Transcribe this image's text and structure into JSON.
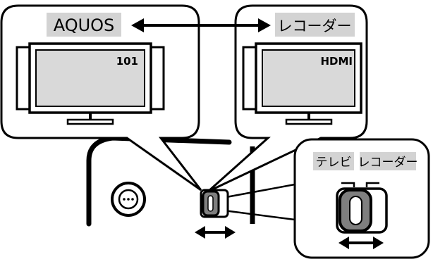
{
  "left_panel": {
    "device_label": "AQUOS",
    "channel_text": "101"
  },
  "right_panel": {
    "device_label": "レコーダー",
    "input_text": "HDMI"
  },
  "switch_inset": {
    "tv_label": "テレビ",
    "recorder_label": "レコーダー"
  },
  "colors": {
    "label_bg": "#d3d3d3",
    "screen": "#d9d9d9",
    "stroke": "#000000",
    "switch_fill": "#7f7f7f",
    "background": "#ffffff"
  },
  "icons": [
    "double-arrow-icon",
    "tv-icon",
    "slide-switch-icon",
    "speaker-grille-icon"
  ]
}
